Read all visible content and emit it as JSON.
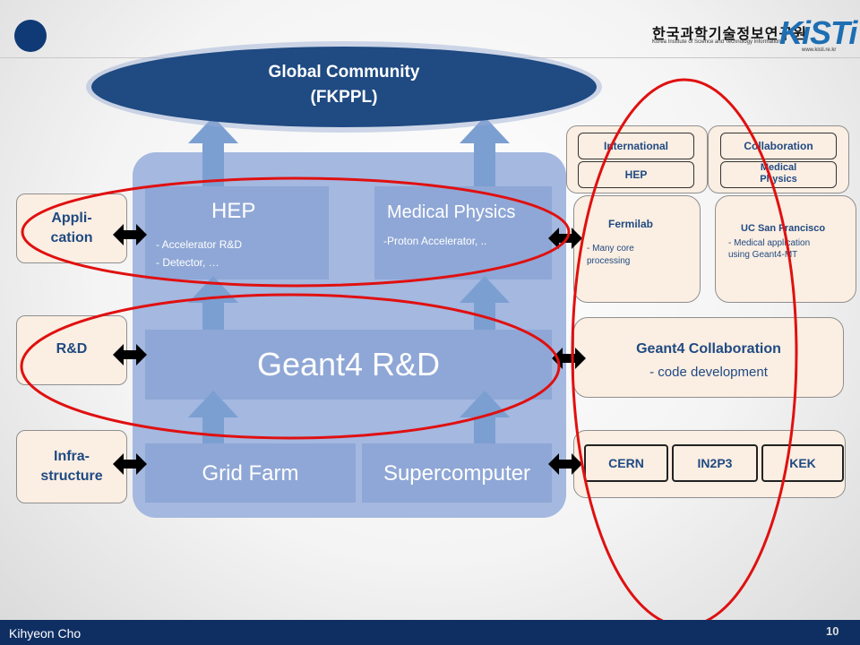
{
  "header": {
    "logo_korean": "한국과학기술정보연구원",
    "logo_english": "Korea Institute of Science and Technology Information",
    "logo_brand": "KiSTi",
    "logo_url": "www.kisti.re.kr"
  },
  "top": {
    "title_line1": "Global Community",
    "title_line2": "(FKPPL)"
  },
  "left_labels": {
    "application": "Appli-\ncation",
    "rnd": "R&D",
    "infrastructure": "Infra-\nstructure"
  },
  "center": {
    "hep_title": "HEP",
    "hep_line1": "- Accelerator R&D",
    "hep_line2": "- Detector, …",
    "medical_title": "Medical Physics",
    "medical_line1": "-Proton Accelerator, ..",
    "geant4": "Geant4  R&D",
    "grid": "Grid Farm",
    "super": "Supercomputer"
  },
  "right": {
    "international": "International",
    "hep": "HEP",
    "collaboration": "Collaboration",
    "medical_physics": "Medical\nPhysics",
    "fermilab": "Fermilab",
    "fermilab_line": "- Many core\nprocessing",
    "ucsf": "UC San Francisco",
    "ucsf_line": "- Medical application\nusing Geant4-MT",
    "geant4_collab": "Geant4 Collaboration",
    "geant4_collab_line": "- code development",
    "cern": "CERN",
    "in2p3": "IN2P3",
    "kek": "KEK"
  },
  "footer": {
    "author": "Kihyeon Cho",
    "page": "10"
  },
  "colors": {
    "navy": "#1f4a82",
    "panel": "#a4b8e0",
    "block": "#8fa7d6",
    "red": "#e01010",
    "footer": "#0f2f63"
  }
}
